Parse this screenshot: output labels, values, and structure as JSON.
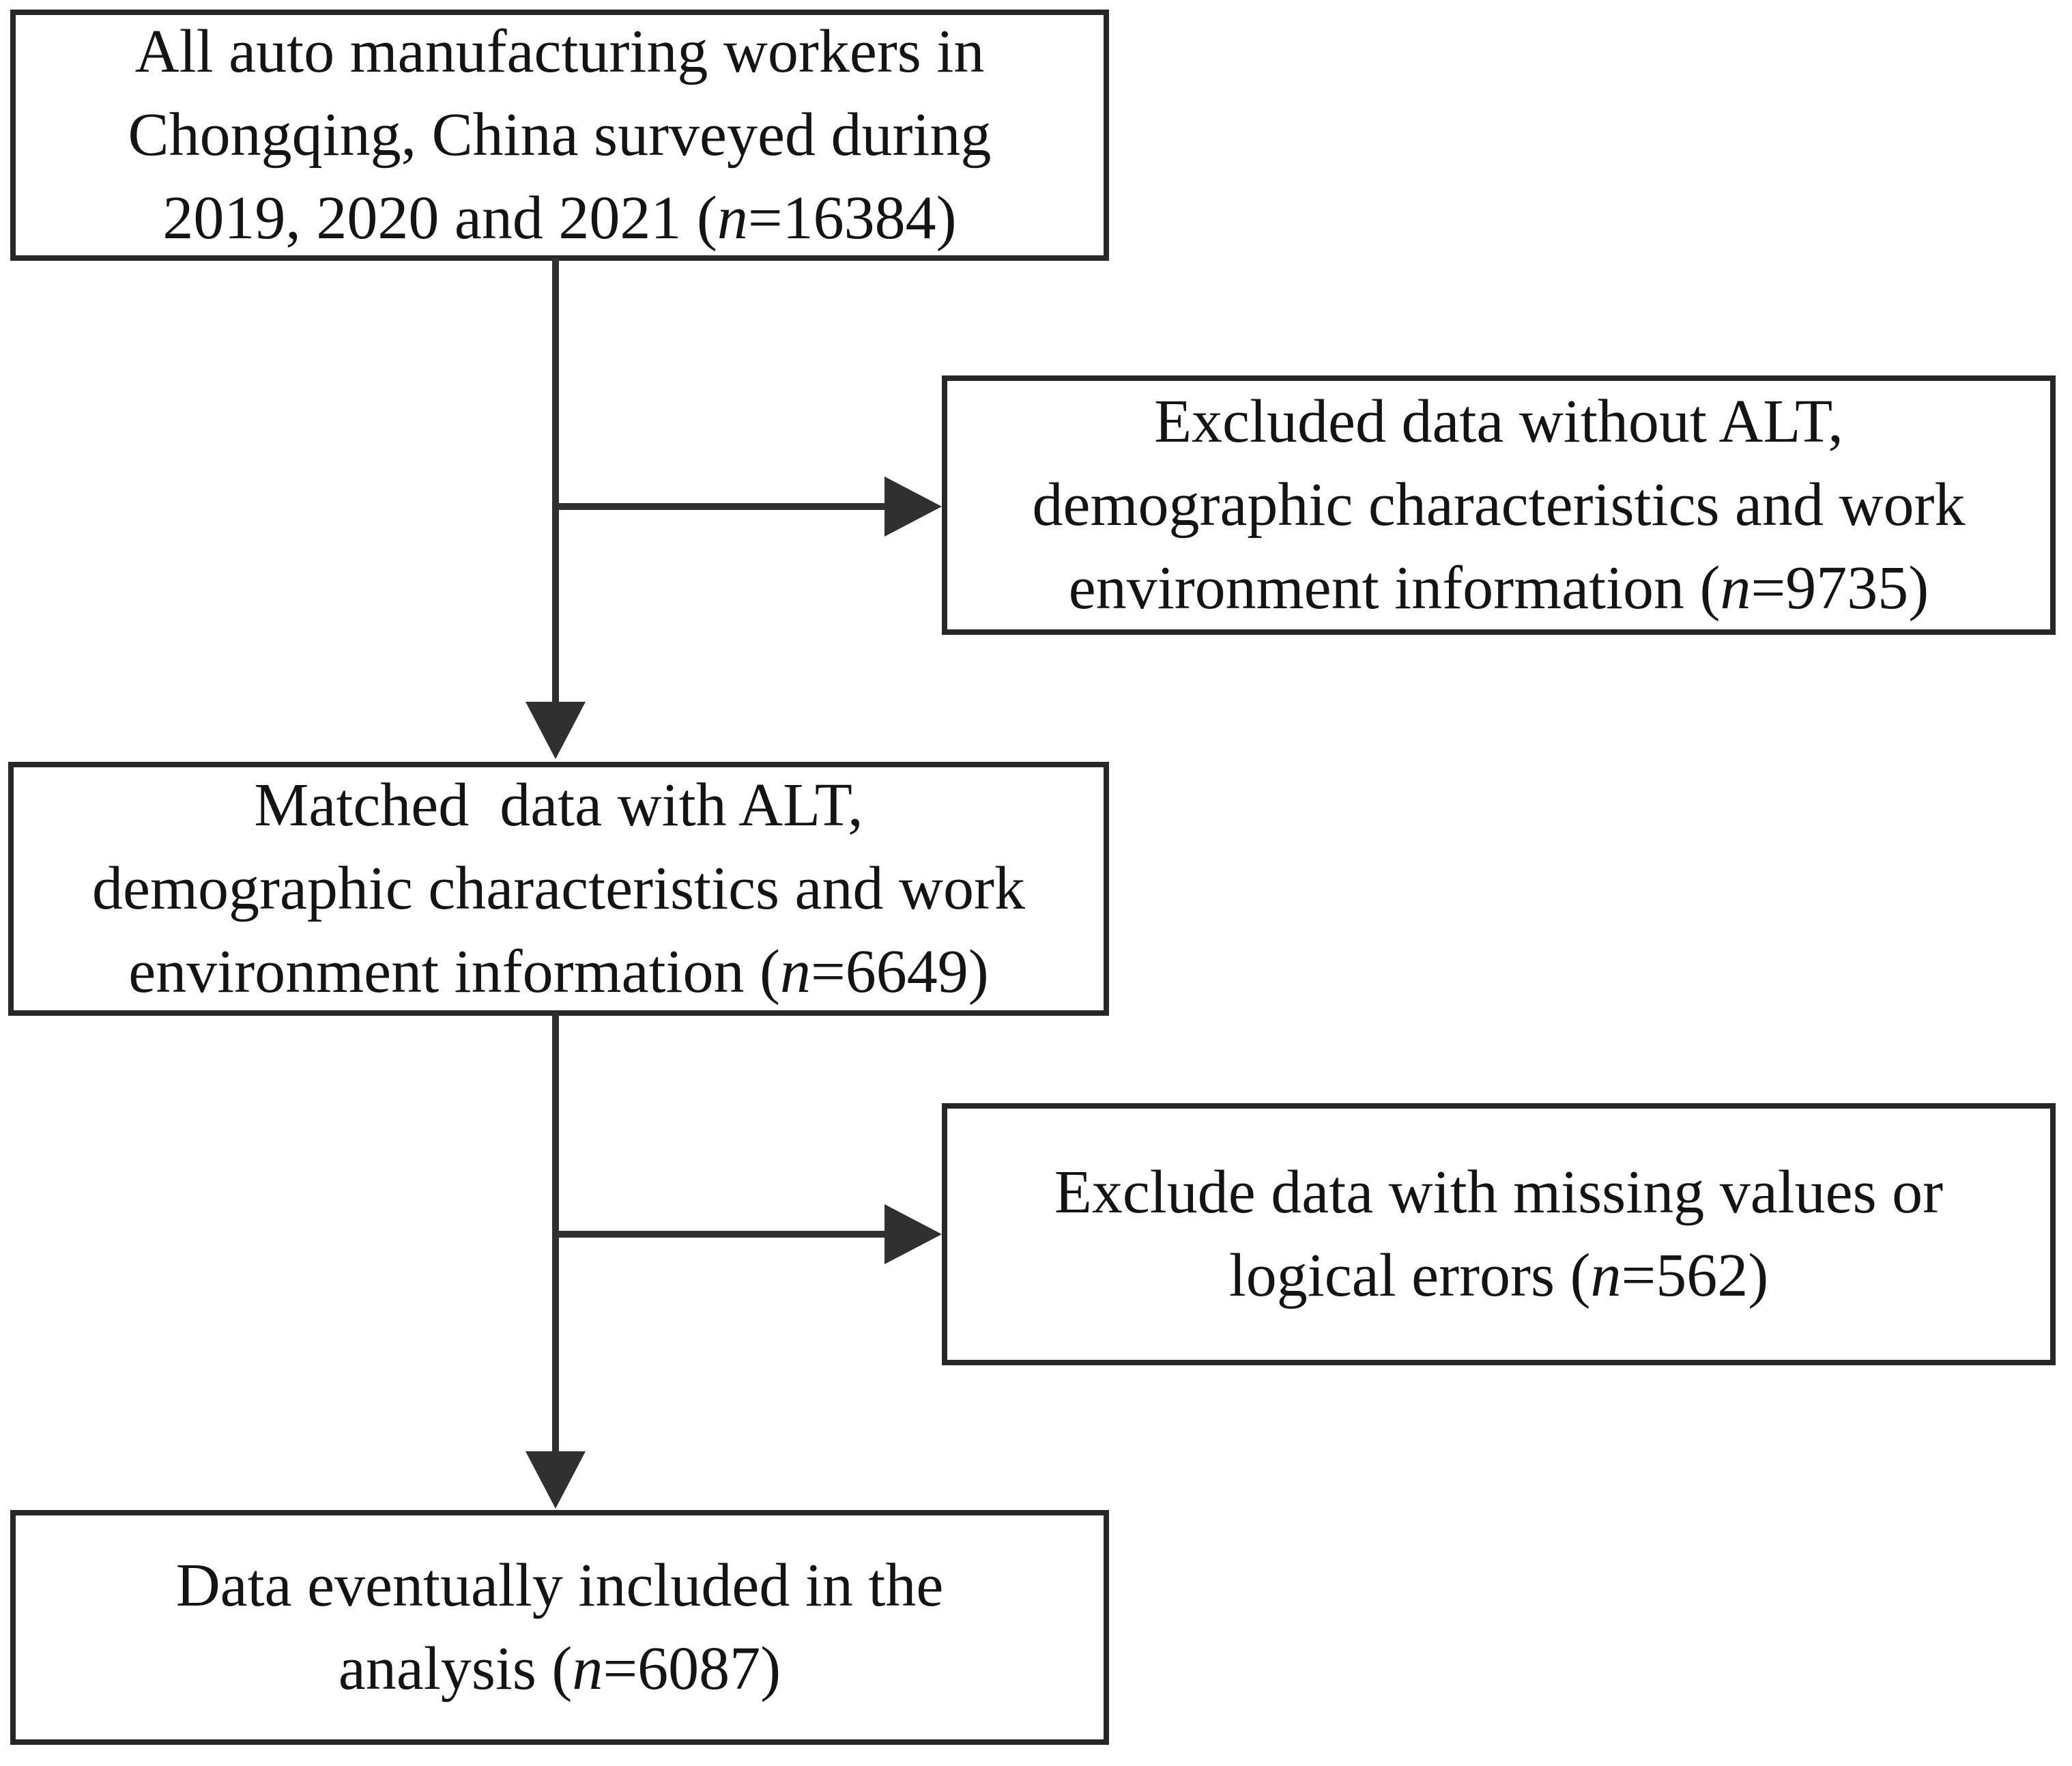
{
  "diagram": {
    "type": "flowchart",
    "background_color": "#ffffff",
    "box_border_color": "#272727",
    "arrow_color": "#303030",
    "text_color": "#141414",
    "nodes": [
      {
        "id": "population",
        "n_value": 16384,
        "lines": [
          {
            "pre": "All auto manufacturing workers in"
          },
          {
            "pre": "Chongqing, China surveyed during"
          },
          {
            "pre": "2019, 2020 and 2021 (",
            "n": "n",
            "post": "=16384)"
          }
        ]
      },
      {
        "id": "excluded-without-alt",
        "n_value": 9735,
        "lines": [
          {
            "pre": "Excluded data without ALT,"
          },
          {
            "pre": "demographic characteristics and work"
          },
          {
            "pre": "environment information (",
            "n": "n",
            "post": "=9735)"
          }
        ]
      },
      {
        "id": "matched",
        "n_value": 6649,
        "lines": [
          {
            "pre": "Matched  data with ALT,"
          },
          {
            "pre": "demographic characteristics and work"
          },
          {
            "pre": "environment information (",
            "n": "n",
            "post": "=6649)"
          }
        ]
      },
      {
        "id": "excluded-errors",
        "n_value": 562,
        "lines": [
          {
            "pre": "Exclude data with missing values or"
          },
          {
            "pre": "logical errors (",
            "n": "n",
            "post": "=562)"
          }
        ]
      },
      {
        "id": "final-analysis",
        "n_value": 6087,
        "lines": [
          {
            "pre": "Data eventually included in the"
          },
          {
            "pre": "analysis (",
            "n": "n",
            "post": "=6087)"
          }
        ]
      }
    ],
    "edges": [
      {
        "from": "population",
        "to": "matched",
        "style": "down-arrow"
      },
      {
        "from": "population",
        "to": "excluded-without-alt",
        "style": "right-branch-arrow"
      },
      {
        "from": "matched",
        "to": "final-analysis",
        "style": "down-arrow"
      },
      {
        "from": "matched",
        "to": "excluded-errors",
        "style": "right-branch-arrow"
      }
    ]
  }
}
